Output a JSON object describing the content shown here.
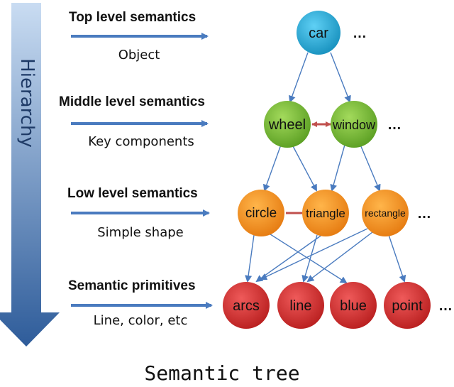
{
  "hierarchy_label": "Hierarchy",
  "levels": [
    {
      "title": "Top level semantics",
      "subtitle": "Object"
    },
    {
      "title": "Middle level semantics",
      "subtitle": "Key components"
    },
    {
      "title": "Low level semantics",
      "subtitle": "Simple shape"
    },
    {
      "title": "Semantic primitives",
      "subtitle": "Line,  color, etc"
    }
  ],
  "nodes": {
    "car": "car",
    "wheel": "wheel",
    "window": "window",
    "circle": "circle",
    "triangle": "triangle",
    "rectangle": "rectangle",
    "arcs": "arcs",
    "line": "line",
    "blue": "blue",
    "point": "point"
  },
  "ellipsis": "…",
  "caption": "Semantic tree",
  "colors": {
    "car": "#1ea7d6",
    "middle": "#6fb52c",
    "low": "#f0891b",
    "primitive": "#d42a2a",
    "edge": "#4a7bbf",
    "relation": "#c0504d",
    "hierarchy_top": "#c9dcf2",
    "hierarchy_bottom": "#2e5c9a"
  }
}
